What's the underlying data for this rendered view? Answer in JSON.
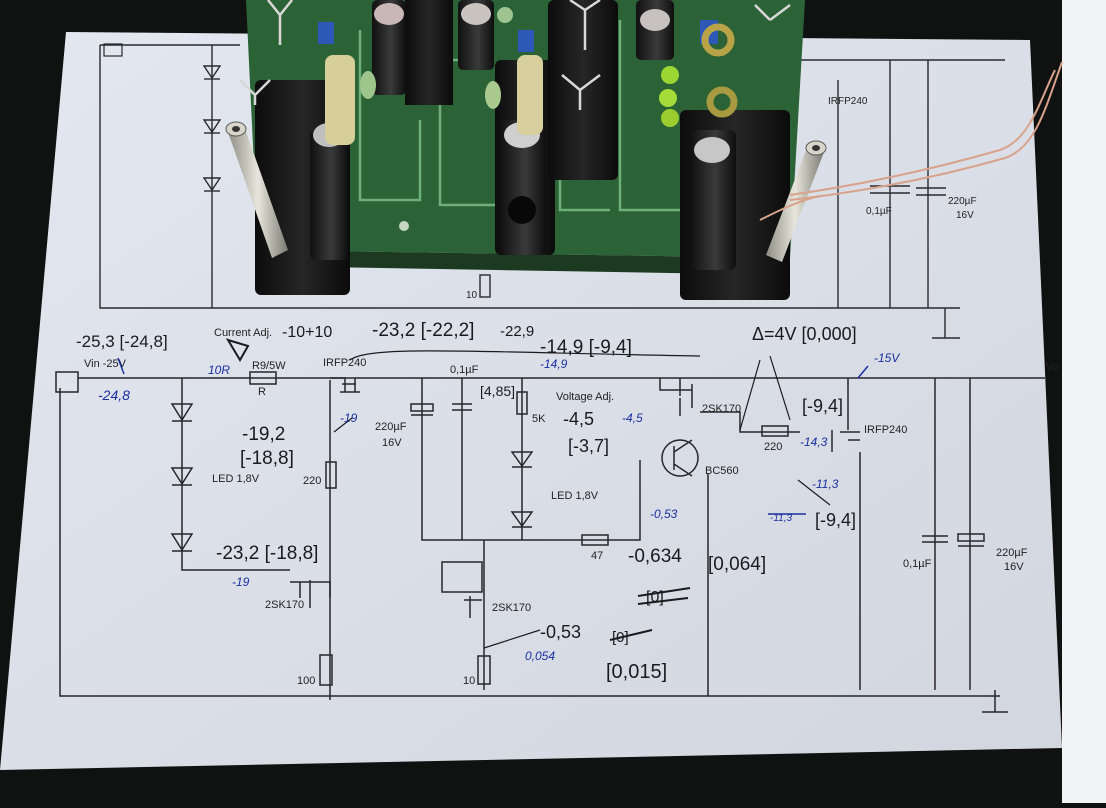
{
  "printed": {
    "vin": "Vin -25V",
    "vout": "Vo",
    "current_adj": "Current Adj.",
    "r9": "R9/5W",
    "r_label": "R",
    "q_irfp_1": "IRFP240",
    "cap_small_1": "0,1µF",
    "cap_elec_1": "220µF",
    "cap_elec_1_v": "16V",
    "voltage_adj": "Voltage Adj.",
    "pot": "5K",
    "led_1": "LED 1,8V",
    "led_2": "LED 1,8V",
    "r220_1": "220",
    "r220_2": "220",
    "q_2sk170_1": "2SK170",
    "q_2sk170_2": "2SK170",
    "q_2sk170_3": "2SK170",
    "q_bc560": "BC560",
    "q_irfp_2": "IRFP240",
    "r47": "47",
    "r100": "100",
    "r10": "10",
    "cap_small_2": "0,1µF",
    "cap_elec_2": "220µF",
    "cap_elec_2_v": "16V",
    "top_q_irfp": "IRFP240",
    "top_cap_small": "0,1µF",
    "top_cap_elec": "220µF",
    "top_cap_elec_v": "16V",
    "top_r10": "10"
  },
  "handwritten": {
    "vin_meas": "-25,3 [-24,8]",
    "vin_blue": "-24,8",
    "r10r": "10R",
    "current_range": "-10+10",
    "gate_meas": "-23,2 [-22,2]",
    "gate_meas_alt": "-22,9",
    "out_meas": "-14,9 [-9,4]",
    "out_blue": "-14,9",
    "delta": "Δ=4V [0,000]",
    "out_rail_blue": "-15V",
    "pot_bracket": "[4,85]",
    "wiper_meas": "-4,5",
    "wiper_blue": "-4,5",
    "wiper_bracket": "[-3,7]",
    "gate2_meas": "-19,2",
    "gate2_bracket": "[-18,8]",
    "gate2_blue": "-19",
    "led_bottom_meas": "-23,2 [-18,8]",
    "led_bottom_blue": "-19",
    "q2_gate_bracket": "[-9,4]",
    "q2_gate_blue": "-14,3",
    "bc560_c_blue": "-11,3",
    "bc560_c_bracket": "[-9,4]",
    "bc560_c_strike": "-11,3",
    "emitter_blue": "-0,53",
    "emitter_meas": "-0,634",
    "emitter_bracket": "[0,064]",
    "struck_zero": "[0]",
    "source_meas": "-0,53",
    "source_struck": "[0]",
    "source_blue": "0,054",
    "source_bracket": "[0,015]"
  },
  "colors": {
    "paper": "#dfe4ec",
    "ink": "#1f1f22",
    "blue_ink": "#1b2fa0",
    "pcb": "#2f6a3a",
    "heatsink": "#141414"
  }
}
